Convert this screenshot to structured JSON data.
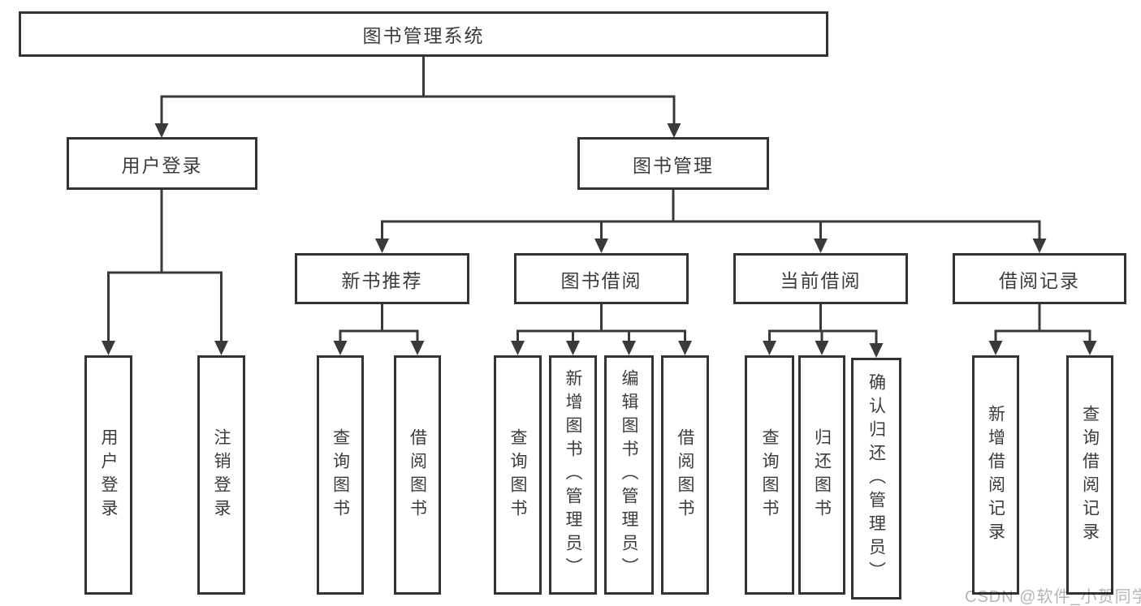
{
  "diagram": {
    "root": {
      "label": "图书管理系统"
    },
    "user_login": {
      "label": "用户登录",
      "children": [
        "用户登录",
        "注销登录"
      ]
    },
    "book_management": {
      "label": "图书管理",
      "new_book_recommend": {
        "label": "新书推荐",
        "children": [
          "查询图书",
          "借阅图书"
        ]
      },
      "book_borrow": {
        "label": "图书借阅",
        "children": [
          "查询图书",
          "新增图书（管理员）",
          "编辑图书（管理员）",
          "借阅图书"
        ]
      },
      "current_borrow": {
        "label": "当前借阅",
        "children": [
          "查询图书",
          "归还图书",
          "确认归还（管理员）"
        ]
      },
      "borrow_records": {
        "label": "借阅记录",
        "children": [
          "新增借阅记录",
          "查询借阅记录"
        ]
      }
    }
  },
  "watermark": {
    "text": "CSDN @软件_小贺同学"
  },
  "colors": {
    "line": "#3a3a3a",
    "border": "#333333",
    "text": "#3c3c3c",
    "background": "#ffffff",
    "watermark": "#b5b5b5"
  }
}
